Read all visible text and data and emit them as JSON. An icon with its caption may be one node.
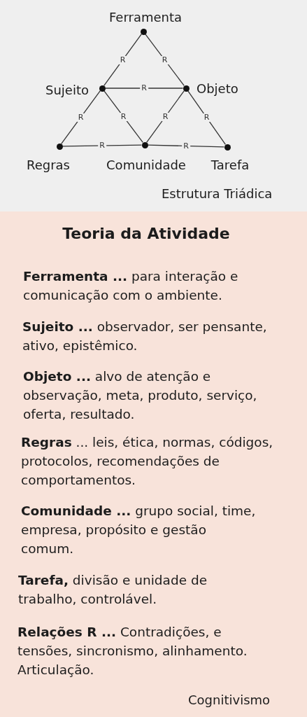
{
  "diagram": {
    "title": "Teoria da Atividade",
    "caption": "Estrutura Triádica",
    "nodes": [
      {
        "text": [],
        "shape": "circle",
        "beside": [
          "Ferramenta"
        ]
      },
      {
        "text": [],
        "shape": "circle",
        "beside": [
          "Sujeito"
        ]
      },
      {
        "text": [],
        "shape": "circle",
        "beside": [
          "Objeto"
        ]
      },
      {
        "text": [],
        "shape": "circle",
        "beside": [
          "Regras"
        ]
      },
      {
        "text": [],
        "shape": "circle",
        "beside": [
          "Comunidade"
        ]
      },
      {
        "text": [],
        "shape": "circle",
        "beside": [
          "Tarefa"
        ]
      }
    ],
    "edges": [
      {
        "from": 0,
        "to": 1,
        "arrow": "none",
        "label": "R"
      },
      {
        "from": 0,
        "to": 2,
        "arrow": "none",
        "label": "R"
      },
      {
        "from": 1,
        "to": 2,
        "arrow": "none",
        "label": "R"
      },
      {
        "from": 1,
        "to": 3,
        "arrow": "none",
        "label": "R"
      },
      {
        "from": 1,
        "to": 4,
        "arrow": "none",
        "label": "R"
      },
      {
        "from": 2,
        "to": 4,
        "arrow": "none",
        "label": "R"
      },
      {
        "from": 2,
        "to": 5,
        "arrow": "none",
        "label": "R"
      },
      {
        "from": 3,
        "to": 4,
        "arrow": "none",
        "label": "R"
      },
      {
        "from": 4,
        "to": 5,
        "arrow": "none",
        "label": "R"
      }
    ],
    "labels": [
      "**Ferramenta ...** para interação e comunicação com o ambiente.",
      "**Sujeito ...** observador, ser pensante, ativo, epistêmico.",
      "**Objeto ...** alvo de atenção e observação, meta, produto, serviço, oferta, resultado.",
      "**Regras** ... leis, ética, normas, códigos, protocolos, recomendações de comportamentos.",
      "**Comunidade ...** grupo social, time, empresa, propósito e gestão comum.",
      "**Tarefa,** divisão e unidade de trabalho, controlável.",
      "**Relações R ...** Contradições, e tensões, sincronismo, alinhamento. Articulação.",
      "Cognitivismo"
    ]
  }
}
